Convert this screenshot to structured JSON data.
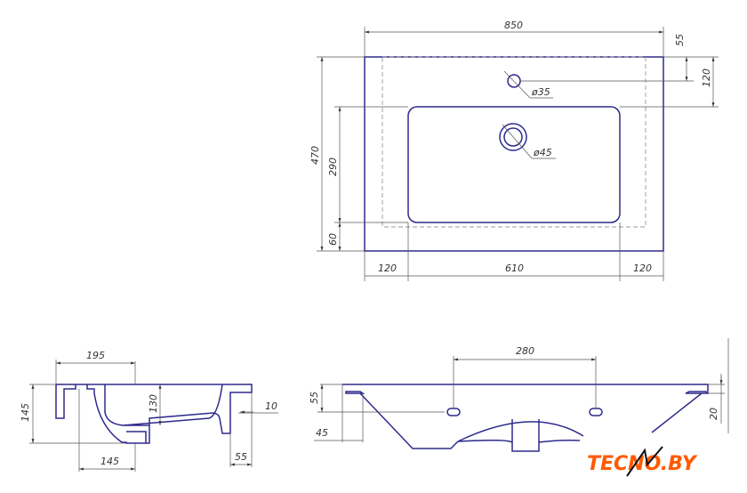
{
  "top_view": {
    "width": "850",
    "depth": "470",
    "tap_offset": "55",
    "tap_to_bowl": "120",
    "bowl_depth": "290",
    "front_edge": "60",
    "left_margin": "120",
    "bowl_width": "610",
    "right_margin": "120",
    "tap_hole": "ø35",
    "drain_hole": "ø45"
  },
  "side_view": {
    "depth_top": "195",
    "height": "145",
    "bowl_height": "130",
    "drain_offset": "145",
    "overflow": "10",
    "back_edge": "55"
  },
  "front_view": {
    "hole_spacing": "280",
    "rim_height": "55",
    "rim_thickness": "20",
    "edge_inset": "45"
  },
  "logo": {
    "text": "TECNO.BY",
    "color": "#ff5a00"
  },
  "colors": {
    "outline": "#2e2a8c",
    "dimension": "#555555"
  }
}
